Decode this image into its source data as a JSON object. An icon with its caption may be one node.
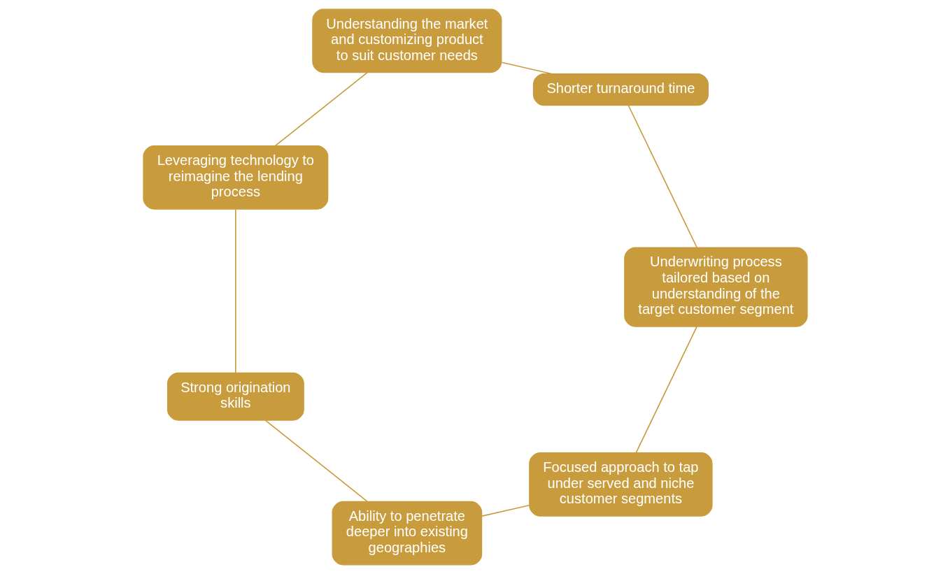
{
  "diagram": {
    "nodes": [
      {
        "text": [
          "Focused approach to tap under served and niche customer segments"
        ]
      },
      {
        "text": [
          "Ability to penetrate deeper into existing geographies"
        ]
      },
      {
        "text": [
          "Underwriting process tailored based on understanding of the target customer segment"
        ]
      },
      {
        "text": [
          "Shorter turnaround time"
        ]
      },
      {
        "text": [
          "Strong origination skills"
        ]
      },
      {
        "text": [
          "Understanding the market and customizing product to suit customer needs"
        ]
      },
      {
        "text": [
          "Leveraging technology to reimagine the lending process"
        ]
      }
    ],
    "edges": [
      {
        "from": 0,
        "to": 1,
        "arrow": "none"
      },
      {
        "from": 1,
        "to": 4,
        "arrow": "none"
      },
      {
        "from": 4,
        "to": 6,
        "arrow": "none"
      },
      {
        "from": 6,
        "to": 5,
        "arrow": "none"
      },
      {
        "from": 5,
        "to": 3,
        "arrow": "none"
      },
      {
        "from": 3,
        "to": 2,
        "arrow": "none"
      },
      {
        "from": 2,
        "to": 0,
        "arrow": "none"
      }
    ]
  }
}
